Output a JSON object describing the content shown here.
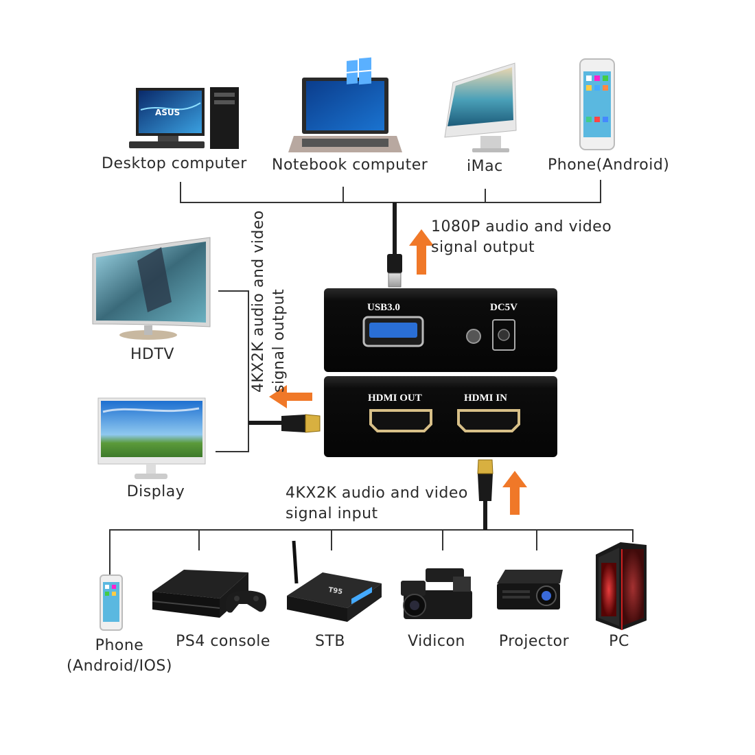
{
  "top_devices": [
    {
      "label": "Desktop computer",
      "icon": "desktop-computer-icon"
    },
    {
      "label": "Notebook computer",
      "icon": "notebook-computer-icon"
    },
    {
      "label": "iMac",
      "icon": "imac-icon"
    },
    {
      "label": "Phone(Android)",
      "icon": "android-phone-icon"
    }
  ],
  "left_devices": [
    {
      "label": "HDTV",
      "icon": "hdtv-icon"
    },
    {
      "label": "Display",
      "icon": "display-icon"
    }
  ],
  "bottom_devices": [
    {
      "label": "Phone\n(Android/IOS)",
      "icon": "phone-icon"
    },
    {
      "label": "PS4 console",
      "icon": "ps4-console-icon"
    },
    {
      "label": "STB",
      "icon": "stb-icon"
    },
    {
      "label": "Vidicon",
      "icon": "vidicon-icon"
    },
    {
      "label": "Projector",
      "icon": "projector-icon"
    },
    {
      "label": "PC",
      "icon": "pc-tower-icon"
    }
  ],
  "annotations": {
    "usb_output": "1080P audio and video\n signal output",
    "hdmi_output": "4KX2K audio and video\n signal output",
    "hdmi_input": "4KX2K audio and video\n signal input"
  },
  "device": {
    "usb_port": "USB3.0",
    "dc_port": "DC5V",
    "hdmi_out_port": "HDMI OUT",
    "hdmi_in_port": "HDMI IN"
  },
  "colors": {
    "arrow": "#f07828",
    "line": "#333333",
    "device_body": "#111111",
    "usb_blue": "#2a6fd6"
  }
}
